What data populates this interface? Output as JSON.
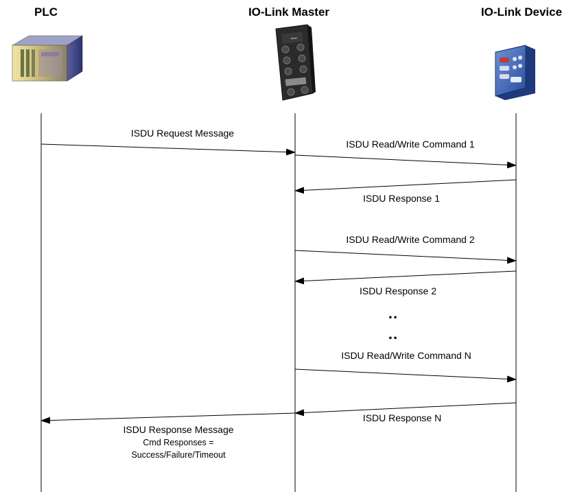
{
  "actors": {
    "plc": "PLC",
    "master": "IO-Link Master",
    "device": "IO-Link Device"
  },
  "messages": {
    "request": "ISDU Request Message",
    "cmd1": "ISDU Read/Write Command 1",
    "resp1": "ISDU Response 1",
    "cmd2": "ISDU Read/Write Command 2",
    "resp2": "ISDU Response 2",
    "ellipsis1": "..",
    "ellipsis2": "..",
    "cmdN": "ISDU Read/Write Command N",
    "respN": "ISDU Response N",
    "response_message": "ISDU Response Message",
    "cmd_responses": "Cmd Responses =",
    "cmd_responses_values": "Success/Failure/Timeout"
  },
  "icons": {
    "plc": "plc-rack-icon",
    "master": "io-link-master-icon",
    "device": "io-link-device-icon"
  }
}
